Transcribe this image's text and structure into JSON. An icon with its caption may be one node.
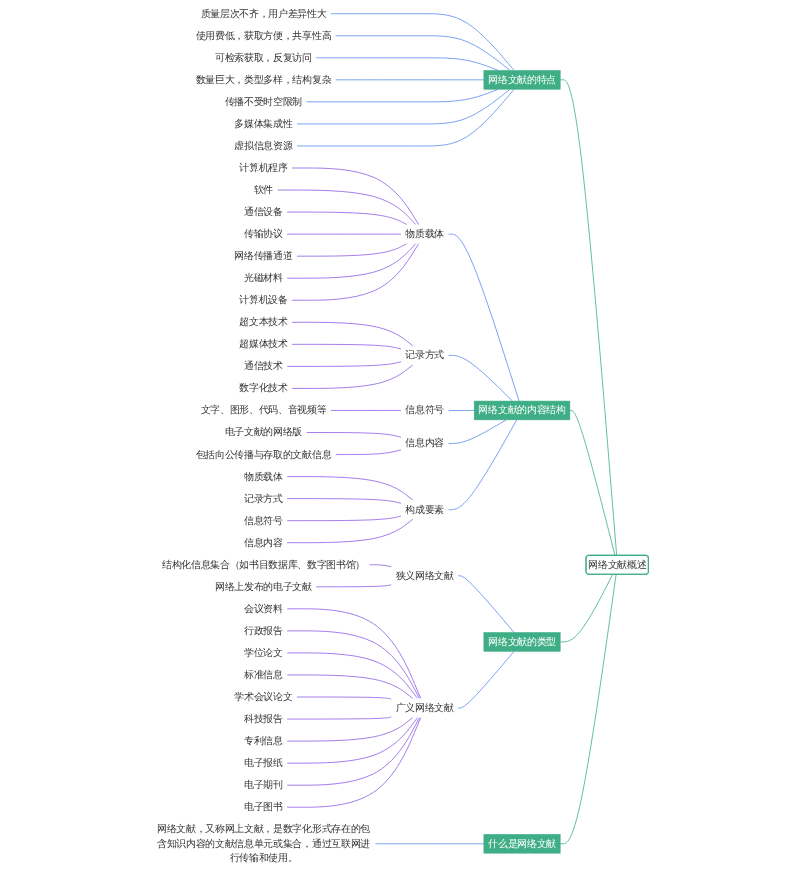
{
  "diagram": {
    "nodes": [
      {
        "text": [
          "网络文献概述"
        ]
      },
      {
        "text": [
          "网络文献的特点"
        ]
      },
      {
        "text": [
          "质量层次不齐，用户差异性大"
        ]
      },
      {
        "text": [
          "使用费低，获取方便，共享性高"
        ]
      },
      {
        "text": [
          "可检索获取，反复访问"
        ]
      },
      {
        "text": [
          "数量巨大，类型多样，结构复杂"
        ]
      },
      {
        "text": [
          "传播不受时空限制"
        ]
      },
      {
        "text": [
          "多媒体集成性"
        ]
      },
      {
        "text": [
          "虚拟信息资源"
        ]
      },
      {
        "text": [
          "网络文献的内容结构"
        ]
      },
      {
        "text": [
          "物质载体"
        ]
      },
      {
        "text": [
          "计算机程序"
        ]
      },
      {
        "text": [
          "软件"
        ]
      },
      {
        "text": [
          "通信设备"
        ]
      },
      {
        "text": [
          "传输协议"
        ]
      },
      {
        "text": [
          "网络传播通道"
        ]
      },
      {
        "text": [
          "光磁材料"
        ]
      },
      {
        "text": [
          "计算机设备"
        ]
      },
      {
        "text": [
          "记录方式"
        ]
      },
      {
        "text": [
          "超文本技术"
        ]
      },
      {
        "text": [
          "超媒体技术"
        ]
      },
      {
        "text": [
          "通信技术"
        ]
      },
      {
        "text": [
          "数字化技术"
        ]
      },
      {
        "text": [
          "信息符号"
        ]
      },
      {
        "text": [
          "文字、图形、代码、音视频等"
        ]
      },
      {
        "text": [
          "信息内容"
        ]
      },
      {
        "text": [
          "电子文献的网络版"
        ]
      },
      {
        "text": [
          "包括向公传播与存取的文献信息"
        ]
      },
      {
        "text": [
          "构成要素"
        ]
      },
      {
        "text": [
          "物质载体"
        ]
      },
      {
        "text": [
          "记录方式"
        ]
      },
      {
        "text": [
          "信息符号"
        ]
      },
      {
        "text": [
          "信息内容"
        ]
      },
      {
        "text": [
          "网络文献的类型"
        ]
      },
      {
        "text": [
          "狭义网络文献"
        ]
      },
      {
        "text": [
          "结构化信息集合（如书目数据库、数字图书馆）"
        ]
      },
      {
        "text": [
          "网络上发布的电子文献"
        ]
      },
      {
        "text": [
          "广义网络文献"
        ]
      },
      {
        "text": [
          "会议资料"
        ]
      },
      {
        "text": [
          "行政报告"
        ]
      },
      {
        "text": [
          "学位论文"
        ]
      },
      {
        "text": [
          "标准信息"
        ]
      },
      {
        "text": [
          "学术会议论文"
        ]
      },
      {
        "text": [
          "科技报告"
        ]
      },
      {
        "text": [
          "专利信息"
        ]
      },
      {
        "text": [
          "电子报纸"
        ]
      },
      {
        "text": [
          "电子期刊"
        ]
      },
      {
        "text": [
          "电子图书"
        ]
      },
      {
        "text": [
          "什么是网络文献"
        ]
      },
      {
        "text": [
          "网络文献，又称网上文献，是数字化形式存在的包含知识内容的文献信息单元或集合，通过互联网进行传输和使用。"
        ]
      }
    ],
    "edges": [
      {
        "from": 0,
        "to": 1,
        "arrow": "none",
        "color": "#3fae86"
      },
      {
        "from": 1,
        "to": 2,
        "arrow": "none",
        "color": "#5b8def"
      },
      {
        "from": 1,
        "to": 3,
        "arrow": "none",
        "color": "#5b8def"
      },
      {
        "from": 1,
        "to": 4,
        "arrow": "none",
        "color": "#5b8def"
      },
      {
        "from": 1,
        "to": 5,
        "arrow": "none",
        "color": "#5b8def"
      },
      {
        "from": 1,
        "to": 6,
        "arrow": "none",
        "color": "#5b8def"
      },
      {
        "from": 1,
        "to": 7,
        "arrow": "none",
        "color": "#5b8def"
      },
      {
        "from": 1,
        "to": 8,
        "arrow": "none",
        "color": "#5b8def"
      },
      {
        "from": 0,
        "to": 9,
        "arrow": "none",
        "color": "#3fae86"
      },
      {
        "from": 9,
        "to": 10,
        "arrow": "none",
        "color": "#5b8def"
      },
      {
        "from": 10,
        "to": 11,
        "arrow": "none"
      },
      {
        "from": 10,
        "to": 12,
        "arrow": "none"
      },
      {
        "from": 10,
        "to": 13,
        "arrow": "none"
      },
      {
        "from": 10,
        "to": 14,
        "arrow": "none"
      },
      {
        "from": 10,
        "to": 15,
        "arrow": "none"
      },
      {
        "from": 10,
        "to": 16,
        "arrow": "none"
      },
      {
        "from": 10,
        "to": 17,
        "arrow": "none"
      },
      {
        "from": 9,
        "to": 18,
        "arrow": "none",
        "color": "#5b8def"
      },
      {
        "from": 18,
        "to": 19,
        "arrow": "none"
      },
      {
        "from": 18,
        "to": 20,
        "arrow": "none"
      },
      {
        "from": 18,
        "to": 21,
        "arrow": "none"
      },
      {
        "from": 18,
        "to": 22,
        "arrow": "none"
      },
      {
        "from": 9,
        "to": 23,
        "arrow": "none",
        "color": "#5b8def"
      },
      {
        "from": 23,
        "to": 24,
        "arrow": "none"
      },
      {
        "from": 9,
        "to": 25,
        "arrow": "none",
        "color": "#5b8def"
      },
      {
        "from": 25,
        "to": 26,
        "arrow": "none"
      },
      {
        "from": 25,
        "to": 27,
        "arrow": "none"
      },
      {
        "from": 9,
        "to": 28,
        "arrow": "none",
        "color": "#5b8def"
      },
      {
        "from": 28,
        "to": 29,
        "arrow": "none"
      },
      {
        "from": 28,
        "to": 30,
        "arrow": "none"
      },
      {
        "from": 28,
        "to": 31,
        "arrow": "none"
      },
      {
        "from": 28,
        "to": 32,
        "arrow": "none"
      },
      {
        "from": 0,
        "to": 33,
        "arrow": "none",
        "color": "#3fae86"
      },
      {
        "from": 33,
        "to": 34,
        "arrow": "none",
        "color": "#5b8def"
      },
      {
        "from": 34,
        "to": 35,
        "arrow": "none"
      },
      {
        "from": 34,
        "to": 36,
        "arrow": "none"
      },
      {
        "from": 33,
        "to": 37,
        "arrow": "none",
        "color": "#5b8def"
      },
      {
        "from": 37,
        "to": 38,
        "arrow": "none"
      },
      {
        "from": 37,
        "to": 39,
        "arrow": "none"
      },
      {
        "from": 37,
        "to": 40,
        "arrow": "none"
      },
      {
        "from": 37,
        "to": 41,
        "arrow": "none"
      },
      {
        "from": 37,
        "to": 42,
        "arrow": "none"
      },
      {
        "from": 37,
        "to": 43,
        "arrow": "none"
      },
      {
        "from": 37,
        "to": 44,
        "arrow": "none"
      },
      {
        "from": 37,
        "to": 45,
        "arrow": "none"
      },
      {
        "from": 37,
        "to": 46,
        "arrow": "none"
      },
      {
        "from": 37,
        "to": 47,
        "arrow": "none"
      },
      {
        "from": 0,
        "to": 48,
        "arrow": "none",
        "color": "#3fae86"
      },
      {
        "from": 48,
        "to": 49,
        "arrow": "none",
        "color": "#5b8def"
      }
    ]
  }
}
